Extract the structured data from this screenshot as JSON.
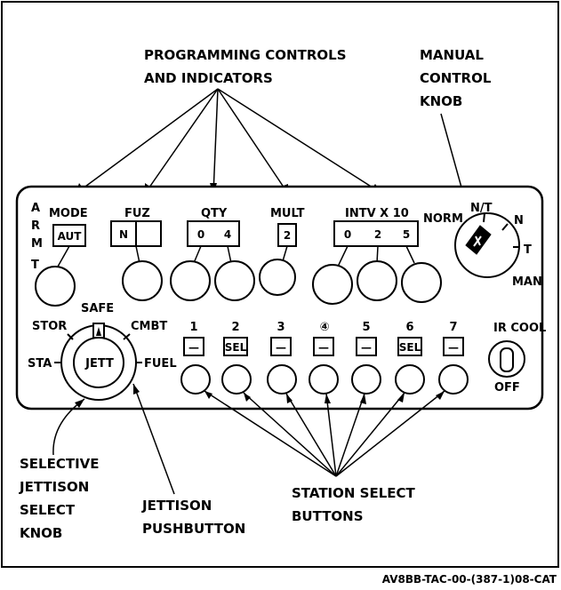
{
  "callouts": {
    "programming_line1": "PROGRAMMING CONTROLS",
    "programming_line2": "AND INDICATORS",
    "manual_line1": "MANUAL",
    "manual_line2": "CONTROL",
    "manual_line3": "KNOB",
    "selective_line1": "SELECTIVE",
    "selective_line2": "JETTISON",
    "selective_line3": "SELECT",
    "selective_line4": "KNOB",
    "jettison_line1": "JETTISON",
    "jettison_line2": "PUSHBUTTON",
    "station_line1": "STATION SELECT",
    "station_line2": "BUTTONS"
  },
  "panel": {
    "armt_letters": [
      "A",
      "R",
      "M",
      "T"
    ],
    "mode": {
      "label": "MODE",
      "value": "AUT"
    },
    "fuz": {
      "label": "FUZ",
      "value_left": "N",
      "value_right": ""
    },
    "qty": {
      "label": "QTY",
      "digit1": "0",
      "digit2": "4"
    },
    "mult": {
      "label": "MULT",
      "value": "2"
    },
    "intv": {
      "label": "INTV X 10",
      "digit1": "0",
      "digit2": "2",
      "digit3": "5"
    },
    "manual_knob": {
      "norm": "NORM",
      "nt": "N/T",
      "n": "N",
      "t": "T",
      "man": "MAN"
    },
    "jett_knob": {
      "center": "JETT",
      "safe": "SAFE",
      "stor": "STOR",
      "cmbt": "CMBT",
      "sta": "STA",
      "fuel": "FUEL"
    },
    "stations": [
      {
        "number": "1",
        "state": "—"
      },
      {
        "number": "2",
        "state": "SEL"
      },
      {
        "number": "3",
        "state": "—"
      },
      {
        "number": "④",
        "state": "—"
      },
      {
        "number": "5",
        "state": "—"
      },
      {
        "number": "6",
        "state": "SEL"
      },
      {
        "number": "7",
        "state": "—"
      }
    ],
    "ir_cool": {
      "label": "IR COOL",
      "off": "OFF"
    }
  },
  "reference_code": "AV8BB-TAC-00-(387-1)08-CAT"
}
